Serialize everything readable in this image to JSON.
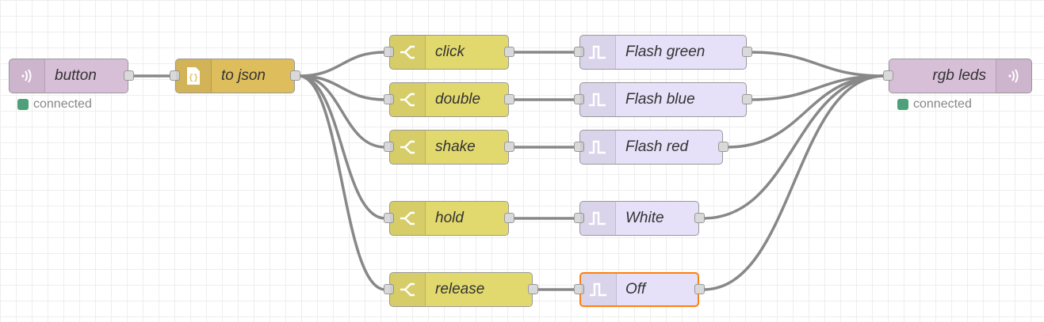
{
  "colors": {
    "mqtt": "#d8bfd8",
    "json": "#debd5c",
    "switch": "#e2d96e",
    "trigger": "#e6e0f8",
    "wire": "#888888",
    "status_connected": "#4da07a",
    "selected": "#ff7f0e"
  },
  "nodes": {
    "button": {
      "label": "button",
      "icon": "mqtt-in-icon",
      "status": "connected"
    },
    "to_json": {
      "label": "to json",
      "icon": "json-icon"
    },
    "switch_click": {
      "label": "click",
      "icon": "switch-icon"
    },
    "switch_double": {
      "label": "double",
      "icon": "switch-icon"
    },
    "switch_shake": {
      "label": "shake",
      "icon": "switch-icon"
    },
    "switch_hold": {
      "label": "hold",
      "icon": "switch-icon"
    },
    "switch_release": {
      "label": "release",
      "icon": "switch-icon"
    },
    "trig_green": {
      "label": "Flash green",
      "icon": "trigger-icon"
    },
    "trig_blue": {
      "label": "Flash blue",
      "icon": "trigger-icon"
    },
    "trig_red": {
      "label": "Flash red",
      "icon": "trigger-icon"
    },
    "trig_white": {
      "label": "White",
      "icon": "trigger-icon"
    },
    "trig_off": {
      "label": "Off",
      "icon": "trigger-icon",
      "selected": true
    },
    "rgb_leds": {
      "label": "rgb leds",
      "icon": "mqtt-out-icon",
      "status": "connected"
    }
  },
  "wires": [
    [
      "button",
      "to_json"
    ],
    [
      "to_json",
      "switch_click"
    ],
    [
      "to_json",
      "switch_double"
    ],
    [
      "to_json",
      "switch_shake"
    ],
    [
      "to_json",
      "switch_hold"
    ],
    [
      "to_json",
      "switch_release"
    ],
    [
      "switch_click",
      "trig_green"
    ],
    [
      "switch_double",
      "trig_blue"
    ],
    [
      "switch_shake",
      "trig_red"
    ],
    [
      "switch_hold",
      "trig_white"
    ],
    [
      "switch_release",
      "trig_off"
    ],
    [
      "trig_green",
      "rgb_leds"
    ],
    [
      "trig_blue",
      "rgb_leds"
    ],
    [
      "trig_red",
      "rgb_leds"
    ],
    [
      "trig_white",
      "rgb_leds"
    ],
    [
      "trig_off",
      "rgb_leds"
    ]
  ]
}
